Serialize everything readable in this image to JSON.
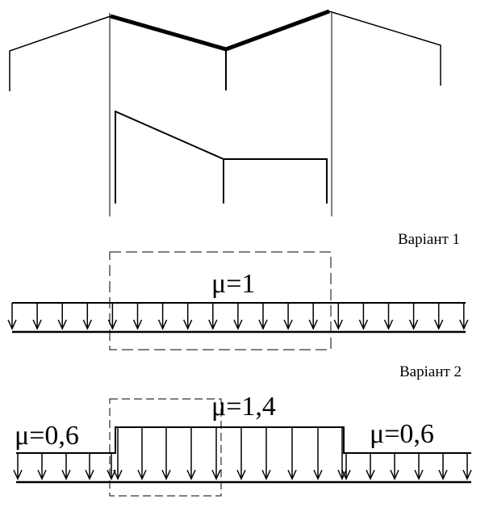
{
  "variant1": {
    "label": "Варіант 1",
    "mu": "μ=1"
  },
  "variant2": {
    "label": "Варіант 2",
    "mu_left": "μ=0,6",
    "mu_center": "μ=1,4",
    "mu_right": "μ=0,6"
  },
  "colors": {
    "ink": "#000000",
    "background": "#ffffff"
  }
}
